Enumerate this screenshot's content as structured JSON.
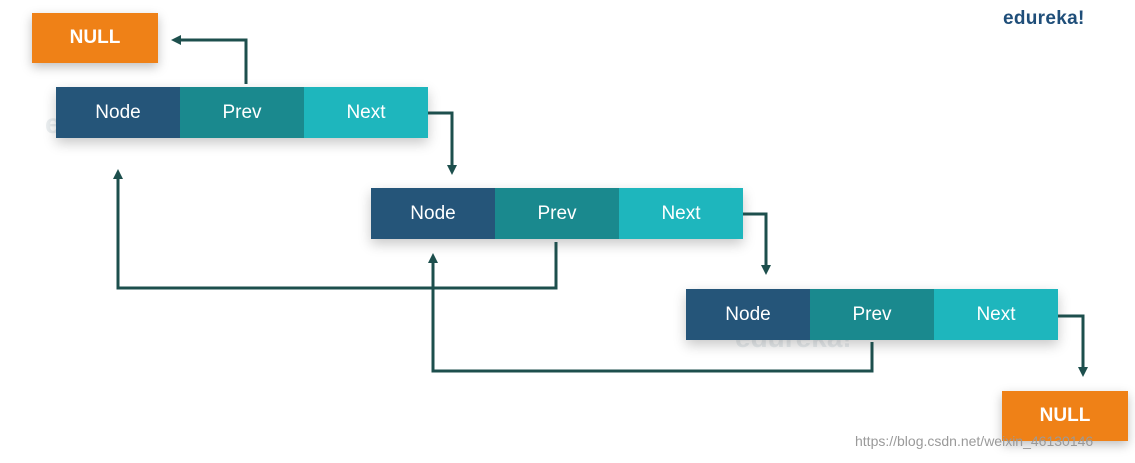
{
  "brand": {
    "logo_text": "edureka!"
  },
  "null_top": {
    "label": "NULL"
  },
  "null_bottom": {
    "label": "NULL"
  },
  "nodes": [
    {
      "node": "Node",
      "prev": "Prev",
      "next": "Next"
    },
    {
      "node": "Node",
      "prev": "Prev",
      "next": "Next"
    },
    {
      "node": "Node",
      "prev": "Prev",
      "next": "Next"
    }
  ],
  "watermark": {
    "text": "edureka!"
  },
  "source_mark": "https://blog.csdn.net/weixin_46130146",
  "colors": {
    "node_cell": "#255579",
    "prev_cell": "#1a898e",
    "next_cell": "#1eb6bd",
    "null_box": "#ef8117",
    "arrow": "#1d4f4d"
  }
}
